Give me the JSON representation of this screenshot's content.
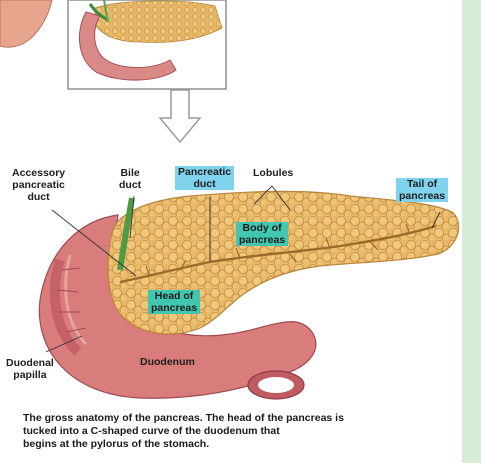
{
  "labels": {
    "accessory_duct": "Accessory\npancreatic\nduct",
    "bile_duct": "Bile\nduct",
    "pancreatic_duct": "Pancreatic\nduct",
    "lobules": "Lobules",
    "tail": "Tail of\npancreas",
    "body": "Body of\npancreas",
    "head": "Head of\npancreas",
    "duodenal_papilla": "Duodenal\npapilla",
    "duodenum": "Duodenum"
  },
  "caption": "The gross anatomy of the pancreas. The head of the pancreas is\ntucked into a C-shaped curve of the duodenum that\nbegins at the pylorus of the stomach.",
  "colors": {
    "pancreas": "#e9b96a",
    "pancreas_edge": "#b8843a",
    "duodenum": "#d97c7c",
    "duodenum_inner": "#b8505a",
    "highlight_blue": "#7fd3ec",
    "highlight_teal": "#41c7b0",
    "right_border": "#d6ecd6"
  }
}
